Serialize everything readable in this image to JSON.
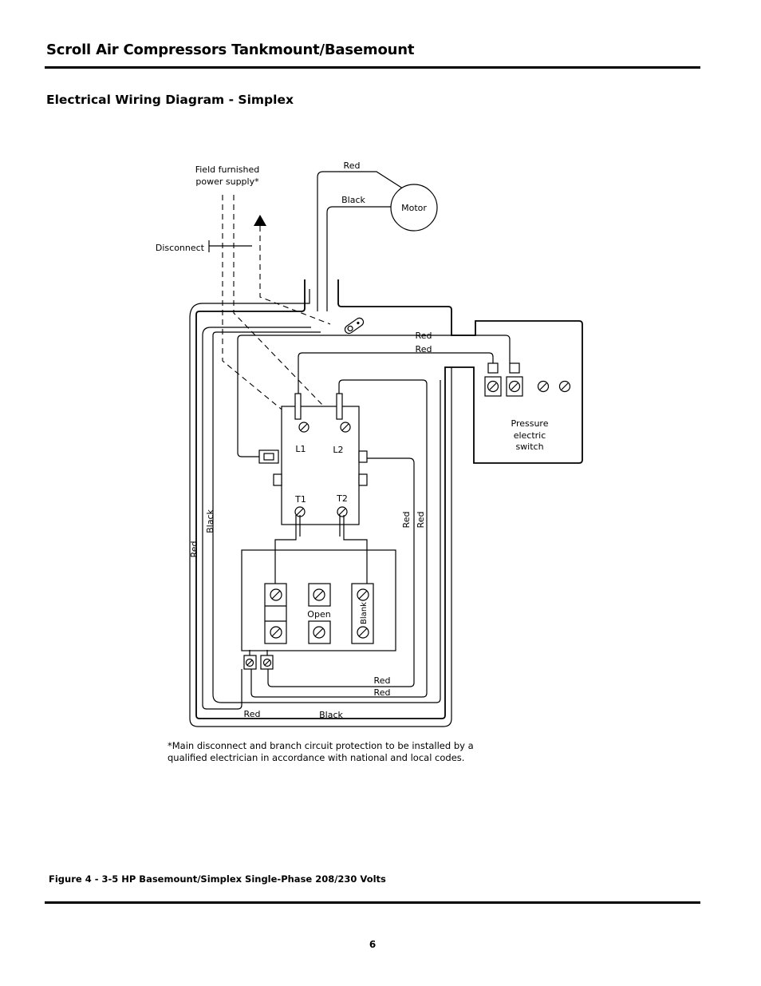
{
  "header": {
    "title": "Scroll Air Compressors Tankmount/Basemount",
    "section_title": "Electrical Wiring Diagram - Simplex"
  },
  "diagram": {
    "labels": {
      "field_supply_line1": "Field furnished",
      "field_supply_line2": "power supply*",
      "disconnect": "Disconnect",
      "motor": "Motor",
      "red": "Red",
      "black": "Black",
      "l1": "L1",
      "l2": "L2",
      "t1": "T1",
      "t2": "T2",
      "open": "Open",
      "blank": "Blank",
      "pressure_line1": "Pressure",
      "pressure_line2": "electric",
      "pressure_line3": "switch"
    },
    "footnote_line1": "*Main disconnect and branch circuit protection to be installed by a",
    "footnote_line2": "qualified electrician in accordance with national and local codes."
  },
  "figure_caption": "Figure 4 - 3-5 HP Basemount/Simplex Single-Phase 208/230 Volts",
  "page_number": "6"
}
